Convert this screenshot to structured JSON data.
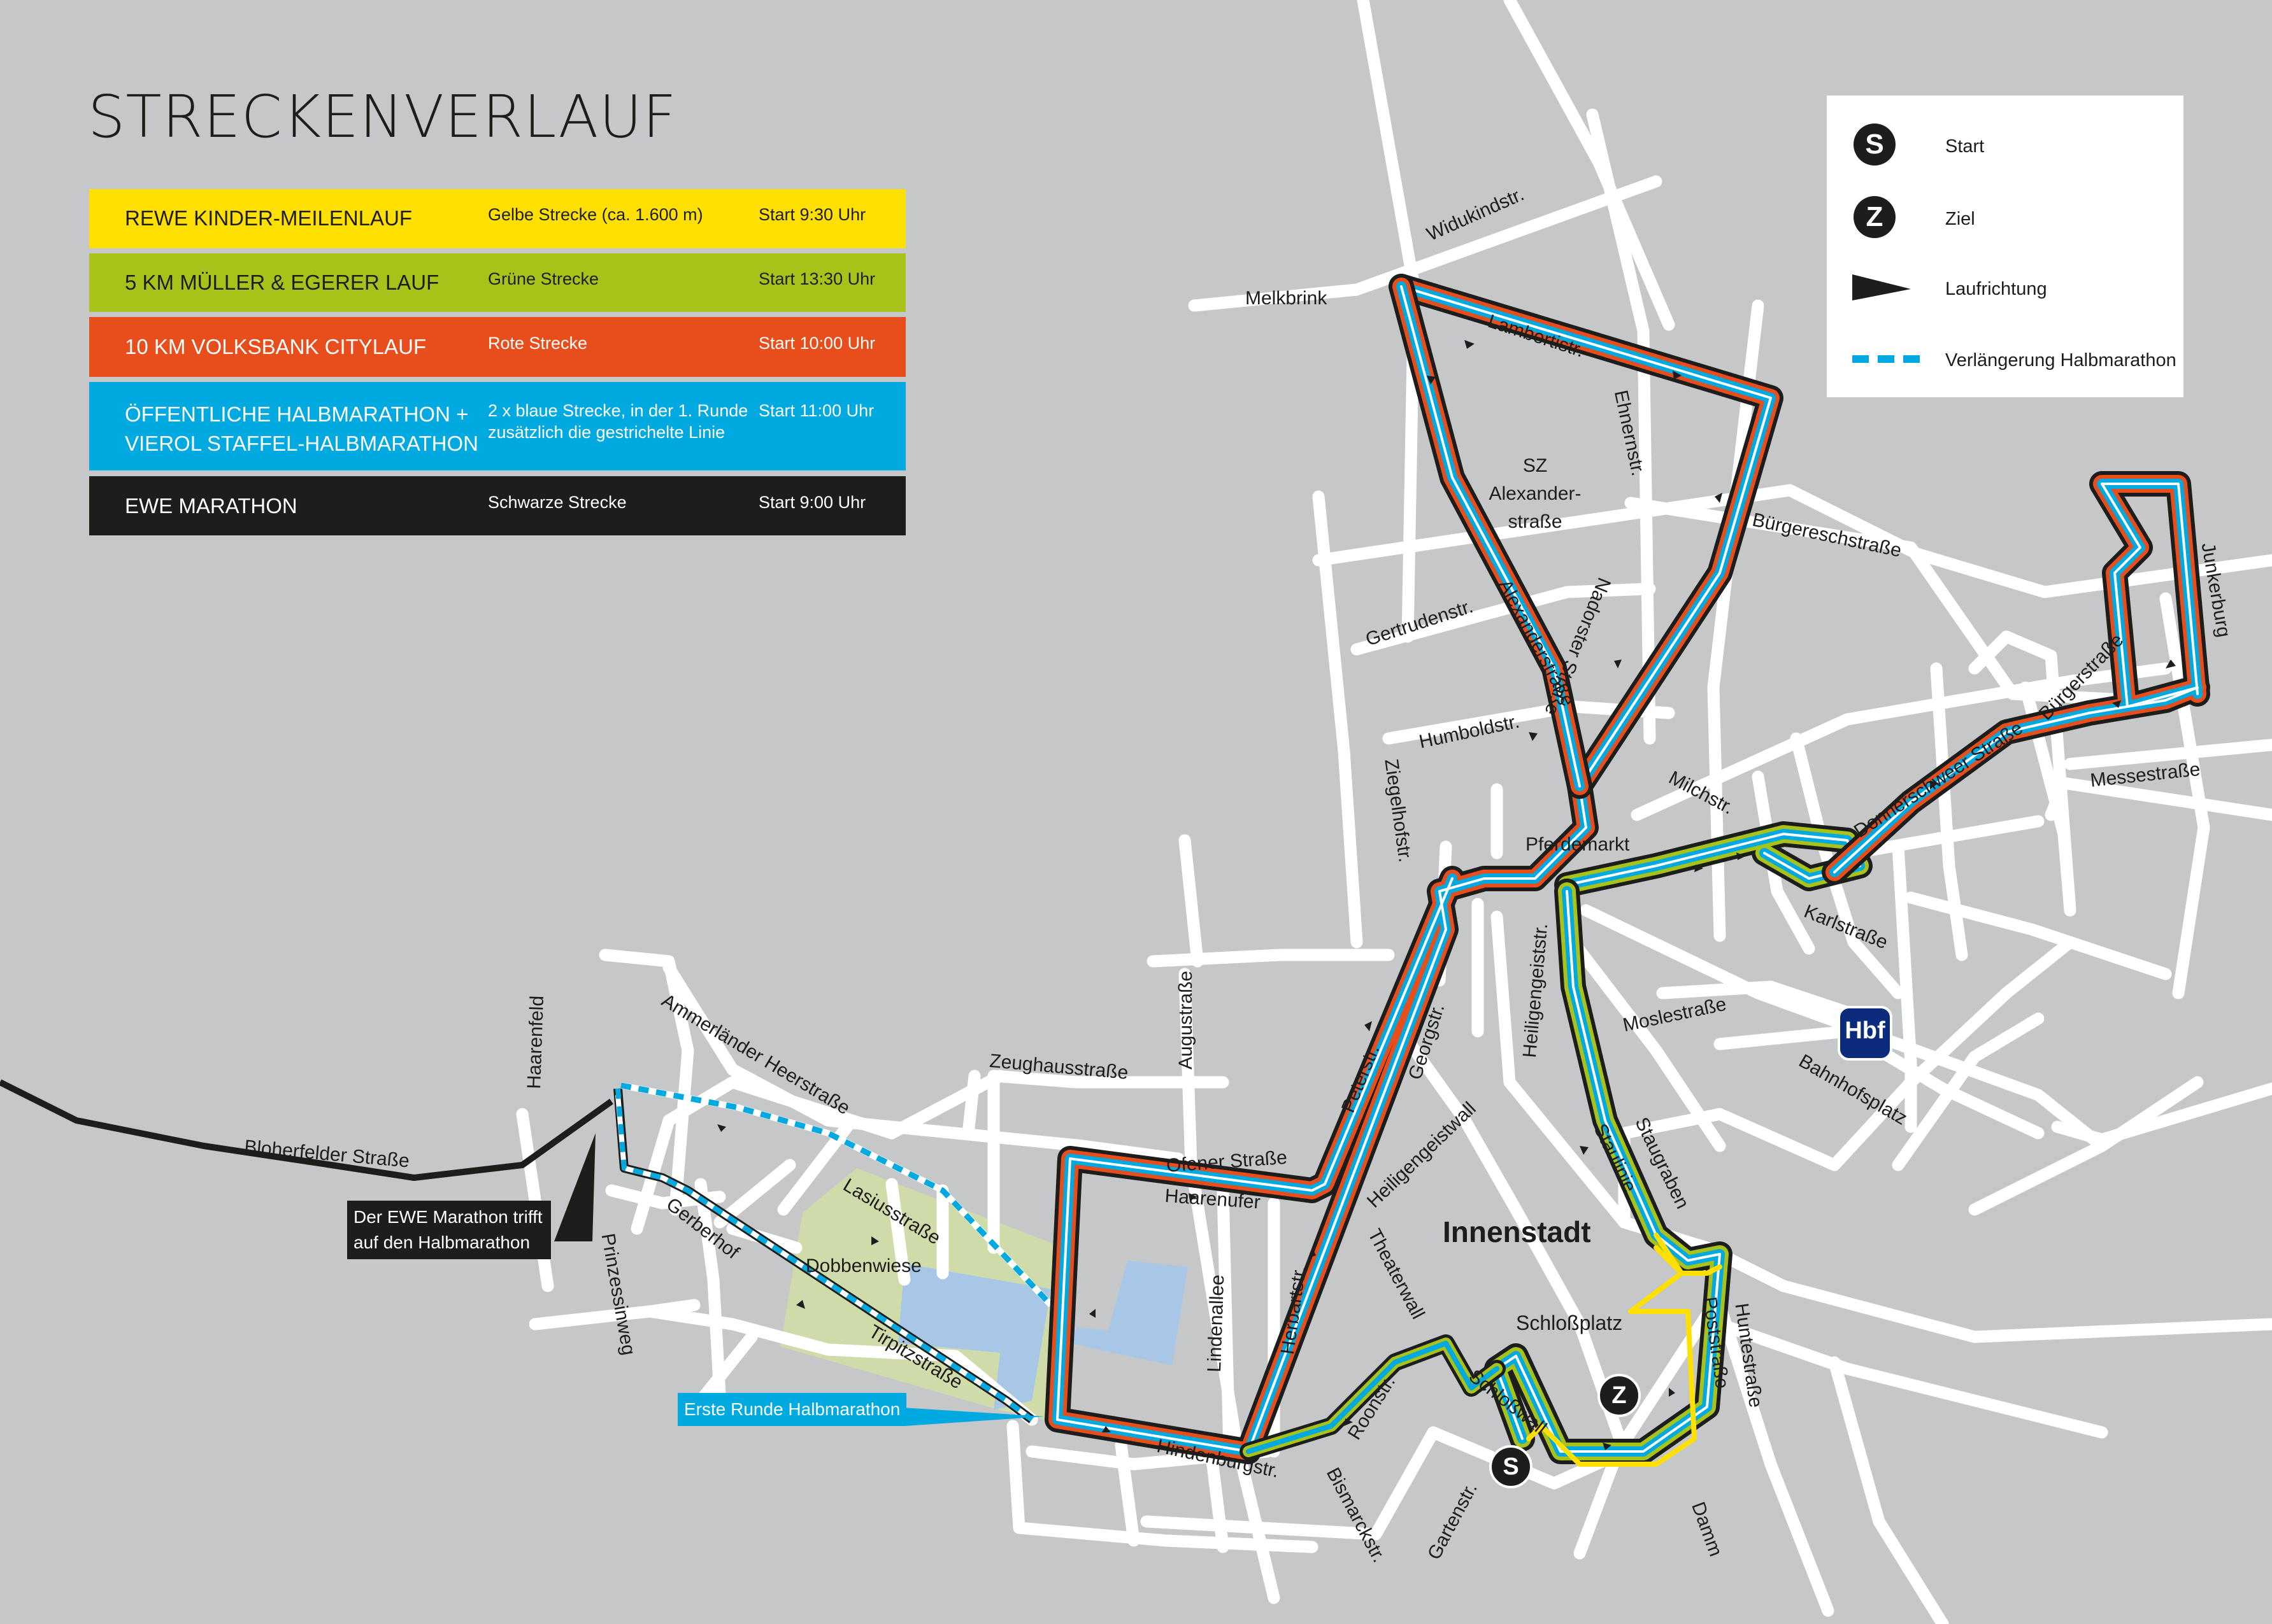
{
  "title": "STRECKENVERLAUF",
  "legend": [
    {
      "name": "REWE KINDER-MEILENLAUF",
      "desc": "Gelbe Strecke (ca. 1.600 m)",
      "time": "Start 9:30 Uhr",
      "color": "#ffe000",
      "text_color": "#1d1d1b"
    },
    {
      "name": "5 KM MÜLLER & EGERER LAUF",
      "desc": "Grüne Strecke",
      "time": "Start 13:30 Uhr",
      "color": "#a8c21a",
      "text_color": "#1d1d1b"
    },
    {
      "name": "10 KM VOLKSBANK CITYLAUF",
      "desc": "Rote Strecke",
      "time": "Start 10:00 Uhr",
      "color": "#e84e1b",
      "text_color": "#ffffff"
    },
    {
      "name": "ÖFFENTLICHE HALBMARATHON + VIEROL STAFFEL-HALBMARATHON",
      "desc": "2 x blaue Strecke, in der 1. Runde zusätzlich die gestrichelte Linie",
      "time": "Start 11:00 Uhr",
      "color": "#00a9e0",
      "text_color": "#ffffff"
    },
    {
      "name": "EWE MARATHON",
      "desc": "Schwarze Strecke",
      "time": "Start 9:00 Uhr",
      "color": "#1d1d1b",
      "text_color": "#ffffff"
    }
  ],
  "key": {
    "start_symbol": "S",
    "start_label": "Start",
    "finish_symbol": "Z",
    "finish_label": "Ziel",
    "direction_icon": "arrow-right-triangle-icon",
    "direction_label": "Laufrichtung",
    "extension_label": "Verlängerung Halbmarathon"
  },
  "colors": {
    "background": "#c6c7c9",
    "street": "#ffffff",
    "park": "#cfdcaa",
    "water": "#a8c7e6",
    "route_black": "#1d1d1b",
    "route_red": "#e84e1b",
    "route_blue": "#00a9e0",
    "route_green": "#a8c21a",
    "route_yellow": "#ffe000"
  },
  "streets": {
    "widukindstr": "Widukindstr.",
    "melkbrink": "Melkbrink",
    "lambertistr": "Lambertistr.",
    "ehnernstr": "Ehnernstr.",
    "buergereschstrasse": "Bürgereschstraße",
    "junkerburg": "Junkerburg",
    "alexanderstrasse": "Alexanderstraße",
    "nadorster_strasse": "Nadorster Straße",
    "gertrudenstr": "Gertrudenstr.",
    "humboldstr": "Humboldstr.",
    "ziegelhofstr": "Ziegelhofstr.",
    "milchstr": "Milchstr.",
    "donnerschweer_strasse": "Donnerschweer Straße",
    "buergerstrasse": "Bürgerstraße",
    "messestrasse": "Messestraße",
    "karlstrasse": "Karlstraße",
    "moslestrasse": "Moslestraße",
    "bahnhofsplatz": "Bahnhofsplatz",
    "haarenfeld": "Haarenfeld",
    "ammerlaender_heerstrasse": "Ammerländer Heerstraße",
    "bloherfelder_strasse": "Bloherfelder Straße",
    "augustrasse": "Augustraße",
    "zeughausstrasse": "Zeughausstraße",
    "peterstr": "Peterstr.",
    "georgstr": "Georgstr.",
    "heiligengeiststr": "Heiligengeiststr.",
    "heiligengeistwall": "Heiligengeistwall",
    "staulinie": "Staulinie",
    "staugraben": "Staugraben",
    "ofener_strasse": "Ofener Straße",
    "haarenufer": "Haarenufer",
    "lasiusstrasse": "Lasiusstraße",
    "gerberhof": "Gerberhof",
    "prinzessinweg": "Prinzessinweg",
    "tirpitzstrasse": "Tirpitzstraße",
    "lindenallee": "Lindenallee",
    "herbartstr": "Herbartstr.",
    "theaterwall": "Theaterwall",
    "hindenburgstr": "Hindenburgstr.",
    "roonstr": "Roonstr.",
    "schlosswall": "Schloßwall",
    "bismarckstr": "Bismarckstr.",
    "gartenstr": "Gartenstr.",
    "huntestrasse": "Huntestraße",
    "poststrasse": "Poststraße",
    "damm": "Damm"
  },
  "places": {
    "sz_alexanderstrasse": "SZ Alexander- straße",
    "pferdemarkt": "Pferdemarkt",
    "innenstadt": "Innenstadt",
    "schlossplatz": "Schloßplatz",
    "dobbenwiese": "Dobbenwiese",
    "hbf": "Hbf"
  },
  "callouts": {
    "ewe_meets_half": "Der EWE Marathon trifft auf den Halbmarathon",
    "first_round_half": "Erste Runde Halbmarathon"
  },
  "markers": {
    "start": "S",
    "finish": "Z"
  }
}
